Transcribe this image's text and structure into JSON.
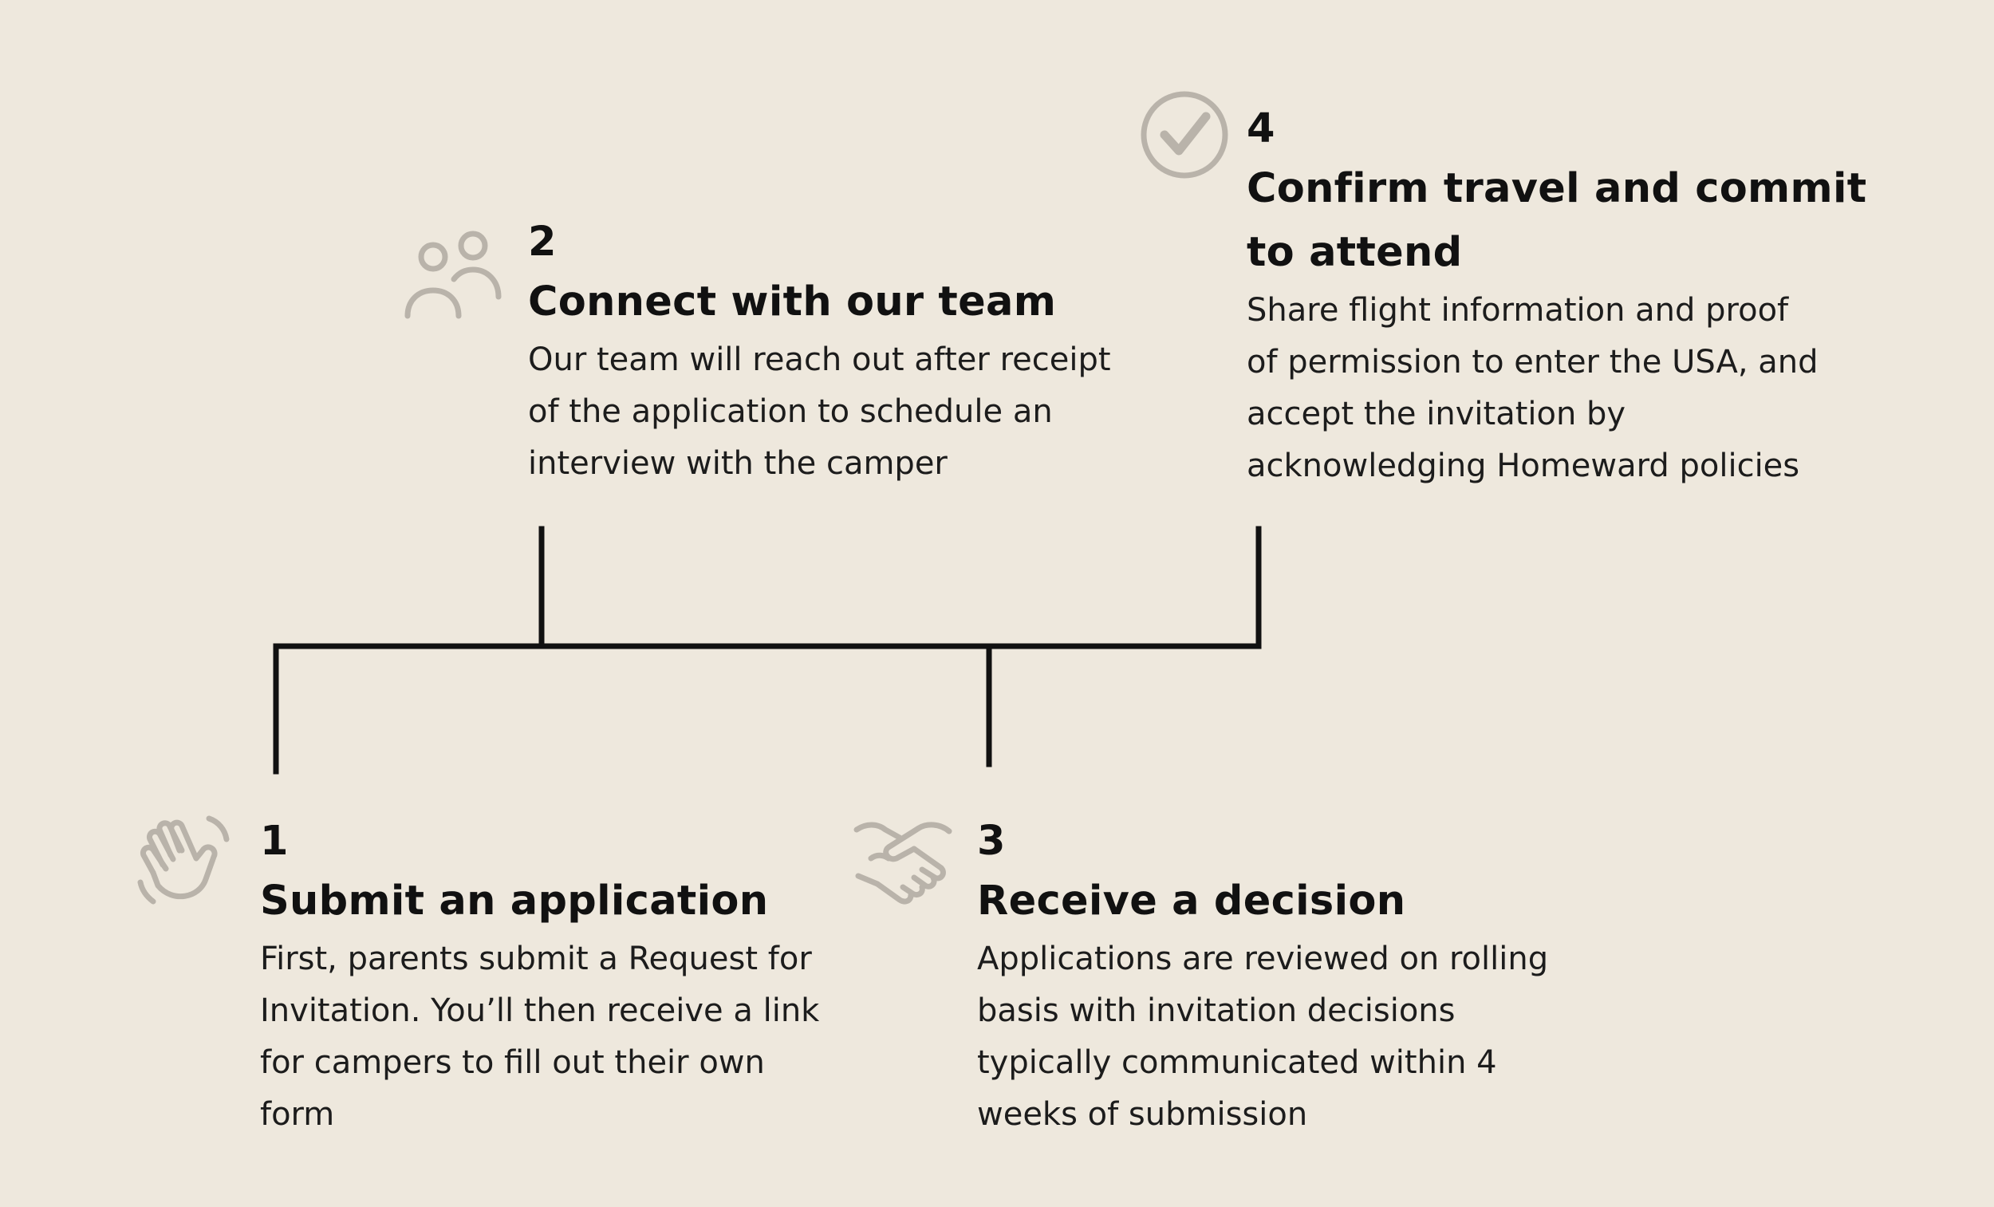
{
  "colors": {
    "background": "#EEE8DD",
    "icon": "#B9B3AA",
    "connector": "#111111",
    "text": "#111111"
  },
  "steps": [
    {
      "number": "1",
      "title": "Submit an application",
      "description_lines": [
        "First, parents submit a Request for",
        "Invitation. You’ll then receive a link",
        "for campers to fill out their own",
        "form"
      ],
      "icon": "waving-hand-icon"
    },
    {
      "number": "2",
      "title": "Connect with our team",
      "description_lines": [
        "Our team will reach out after receipt",
        "of the application to schedule an",
        "interview with the camper"
      ],
      "icon": "people-icon"
    },
    {
      "number": "3",
      "title": "Receive a decision",
      "description_lines": [
        "Applications are reviewed on rolling",
        "basis with invitation decisions",
        "typically communicated within 4",
        "weeks of submission"
      ],
      "icon": "handshake-icon"
    },
    {
      "number": "4",
      "title_lines": [
        "Confirm travel and commit",
        "to attend"
      ],
      "description_lines": [
        "Share flight information and proof",
        "of permission to enter the USA, and",
        "accept the invitation by",
        "acknowledging Homeward policies"
      ],
      "icon": "check-circle-icon"
    }
  ]
}
